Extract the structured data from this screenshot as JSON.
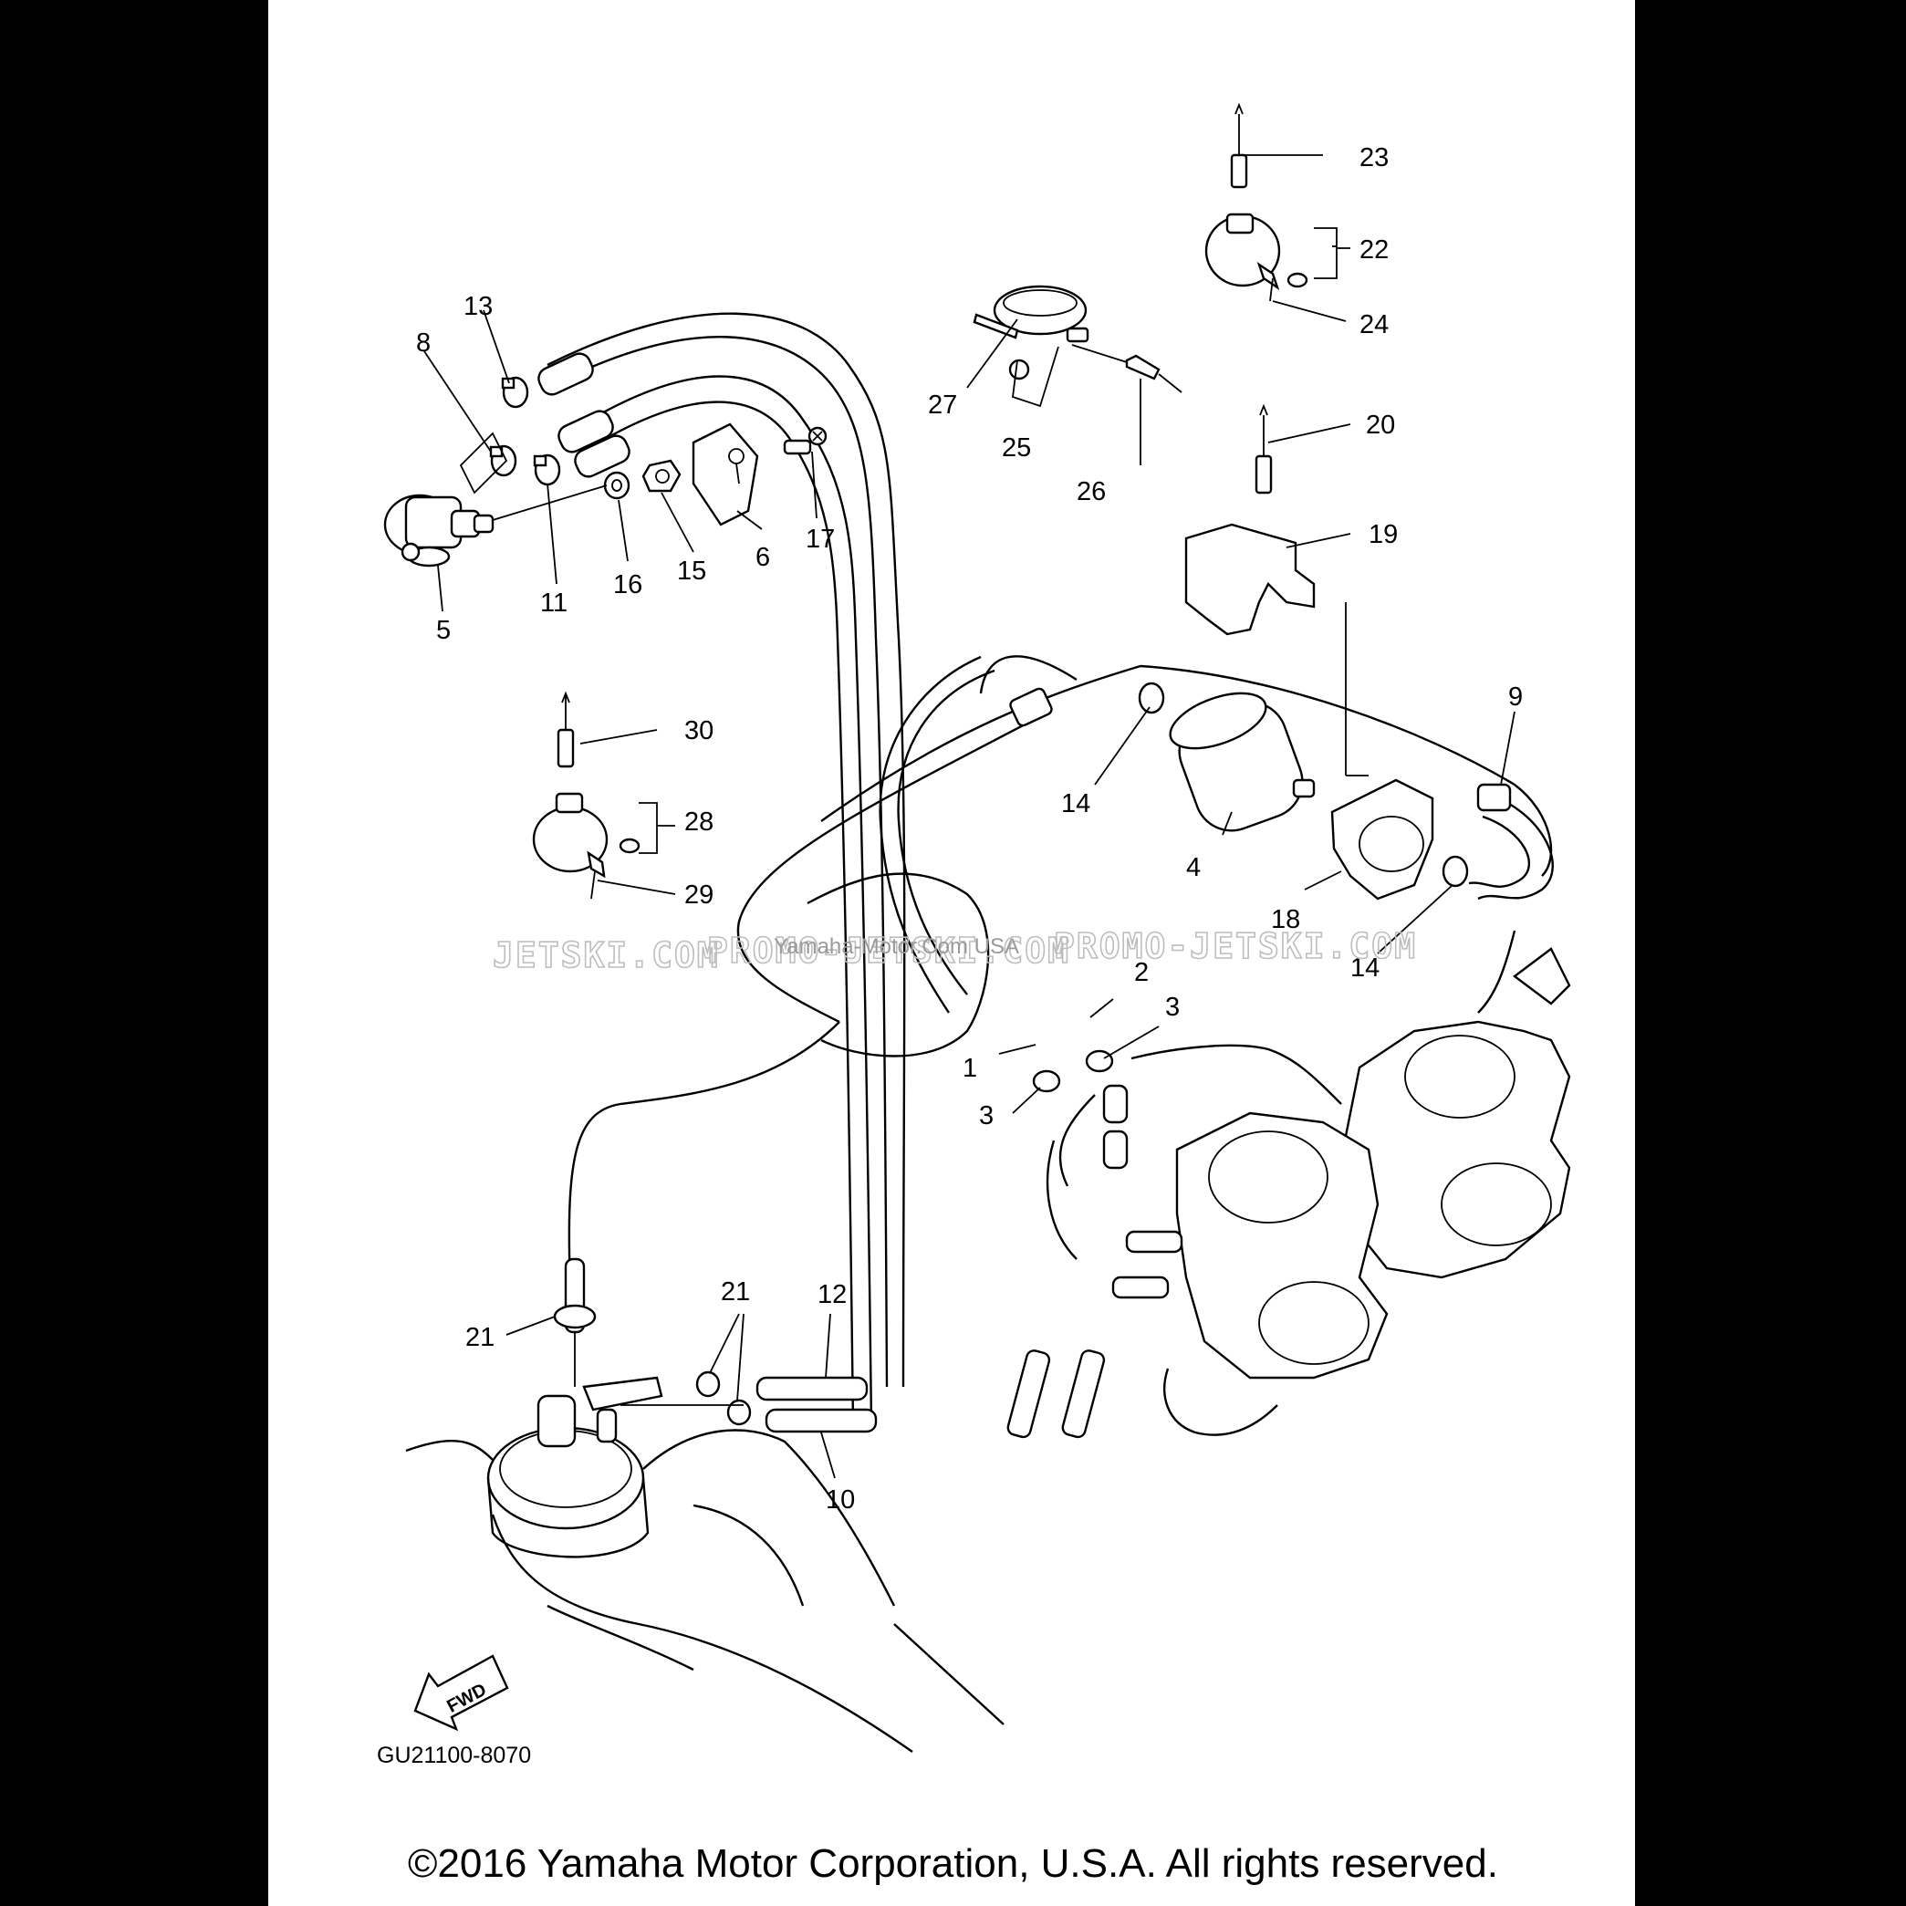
{
  "diagram": {
    "code": "GU21100-8070",
    "fwd_label": "FWD",
    "copyright": "©2016 Yamaha Motor Corporation, U.S.A. All rights reserved.",
    "watermarks": [
      "JETSKI.COM",
      "PROMO-JETSKI.COM",
      "Yamaha-Motor.Com USA",
      "PROMO-JETSKI.COM"
    ],
    "callouts": [
      "1",
      "2",
      "3",
      "3",
      "4",
      "5",
      "6",
      "8",
      "9",
      "10",
      "11",
      "12",
      "13",
      "14",
      "14",
      "15",
      "16",
      "17",
      "18",
      "19",
      "20",
      "21",
      "21",
      "22",
      "23",
      "24",
      "25",
      "26",
      "27",
      "28",
      "29",
      "30"
    ]
  }
}
